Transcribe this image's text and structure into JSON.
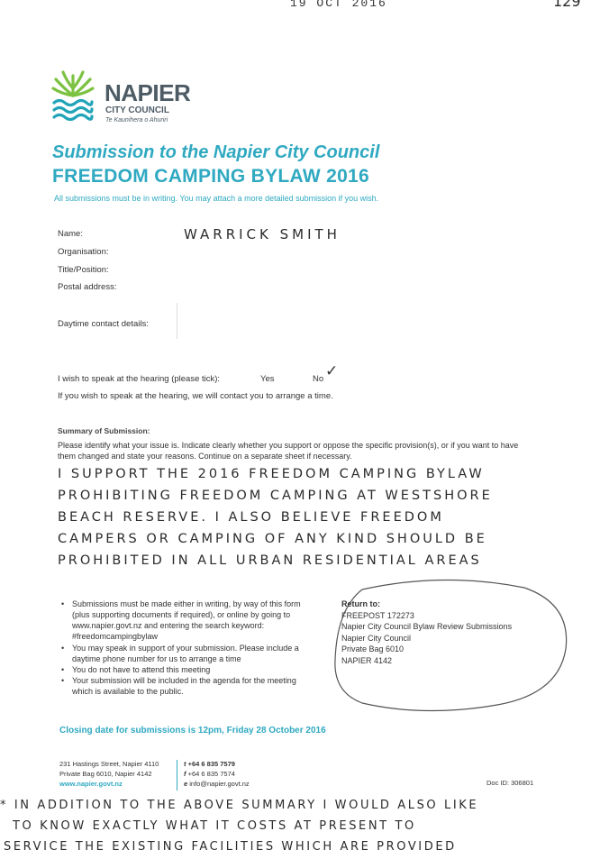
{
  "stamp": {
    "date": "19 OCT 2016",
    "ref": "129"
  },
  "logo": {
    "name": "NAPIER",
    "subtitle": "CITY COUNCIL",
    "tagline": "Te Kaunihera o Ahuriri"
  },
  "title": {
    "line1": "Submission to the Napier City Council",
    "line2": "FREEDOM CAMPING BYLAW 2016"
  },
  "intro_note": "All submissions must be in writing. You may attach a more detailed submission if you wish.",
  "form": {
    "name_label": "Name:",
    "name_value": "WARRICK SMITH",
    "organisation_label": "Organisation:",
    "title_label": "Title/Position:",
    "postal_label": "Postal address:",
    "daytime_label": "Daytime contact details:"
  },
  "hearing": {
    "question": "I wish to speak at the hearing (please tick):",
    "yes_label": "Yes",
    "no_label": "No",
    "no_mark": "✓",
    "note": "If you wish to speak at the hearing, we will contact you to arrange a time."
  },
  "summary": {
    "heading": "Summary of Submission:",
    "instructions": "Please identify what your issue is. Indicate clearly whether you support or oppose the specific provision(s), or if you want to have them changed and state your reasons. Continue on a separate sheet if necessary.",
    "handwritten": [
      "I SUPPORT THE 2016 FREEDOM CAMPING BYLAW",
      "PROHIBITING FREEDOM CAMPING AT WESTSHORE",
      "BEACH RESERVE. I ALSO BELIEVE FREEDOM",
      "CAMPERS OR CAMPING OF ANY KIND SHOULD BE",
      "PROHIBITED IN ALL URBAN RESIDENTIAL AREAS"
    ]
  },
  "info_bullets": [
    "Submissions must be made either in writing, by way of this form (plus supporting documents if required), or online by going to www.napier.govt.nz and entering the search keyword: #freedomcampingbylaw",
    "You may speak in support of your submission. Please include a daytime phone number for us to arrange a time",
    "You do not have to attend this meeting",
    "Your submission will be included in the agenda for the meeting which is available to the public."
  ],
  "return_to": {
    "heading": "Return to:",
    "lines": [
      "FREEPOST 172273",
      "Napier City Council Bylaw Review Submissions",
      "Napier City Council",
      "Private Bag 6010",
      "NAPIER 4142"
    ]
  },
  "closing": "Closing date for submissions is 12pm, Friday 28 October 2016",
  "footer": {
    "address": [
      "231 Hastings Street, Napier 4110",
      "Private Bag 6010, Napier 4142",
      "www.napier.govt.nz"
    ],
    "contacts": [
      {
        "prefix": "t",
        "value": "+64 6 835 7579"
      },
      {
        "prefix": "f",
        "value": "+64 6 835 7574"
      },
      {
        "prefix": "e",
        "value": "info@napier.govt.nz"
      }
    ],
    "doc_id": "Doc ID: 306801"
  },
  "addendum": [
    "* IN ADDITION TO THE ABOVE SUMMARY I WOULD ALSO LIKE",
    "TO KNOW EXACTLY WHAT IT COSTS AT PRESENT TO",
    "SERVICE THE EXISTING FACILITIES WHICH ARE PROVIDED"
  ],
  "colors": {
    "accent": "#2fa9c1",
    "logo_green": "#7cc242",
    "text": "#333333"
  }
}
